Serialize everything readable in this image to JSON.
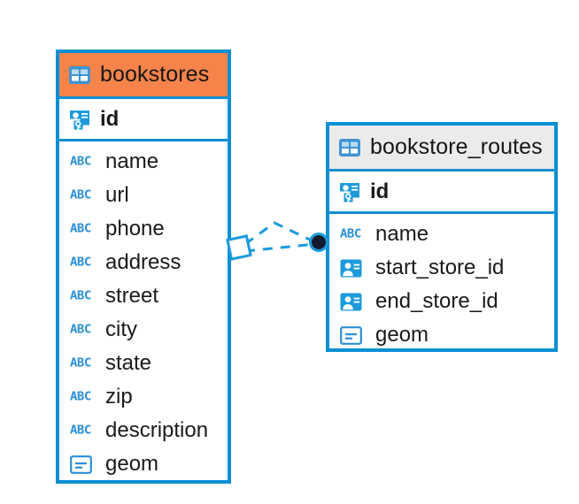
{
  "diagram": {
    "type": "entity-relationship-diagram",
    "colors": {
      "accent_blue": "#0b8fd3",
      "header_orange": "#f5834a",
      "header_gray": "#ebebeb",
      "text": "#1a1a1a",
      "endpoint_dark": "#111a2e"
    },
    "entities": [
      {
        "name": "bookstores",
        "header_style": "orange",
        "table_icon": "table-icon",
        "primary_key": {
          "name": "id",
          "icon": "primary-key-icon"
        },
        "fields": [
          {
            "name": "name",
            "icon": "abc-text-icon"
          },
          {
            "name": "url",
            "icon": "abc-text-icon"
          },
          {
            "name": "phone",
            "icon": "abc-text-icon"
          },
          {
            "name": "address",
            "icon": "abc-text-icon"
          },
          {
            "name": "street",
            "icon": "abc-text-icon"
          },
          {
            "name": "city",
            "icon": "abc-text-icon"
          },
          {
            "name": "state",
            "icon": "abc-text-icon"
          },
          {
            "name": "zip",
            "icon": "abc-text-icon"
          },
          {
            "name": "description",
            "icon": "abc-text-icon"
          },
          {
            "name": "geom",
            "icon": "geometry-icon"
          }
        ]
      },
      {
        "name": "bookstore_routes",
        "header_style": "gray",
        "table_icon": "table-icon",
        "primary_key": {
          "name": "id",
          "icon": "primary-key-icon"
        },
        "fields": [
          {
            "name": "name",
            "icon": "abc-text-icon"
          },
          {
            "name": "start_store_id",
            "icon": "foreign-key-icon"
          },
          {
            "name": "end_store_id",
            "icon": "foreign-key-icon"
          },
          {
            "name": "geom",
            "icon": "geometry-icon"
          }
        ]
      }
    ],
    "relationship": {
      "from_entity": "bookstores",
      "to_entity": "bookstore_routes",
      "from_marker": "diamond-marker",
      "to_marker": "filled-circle-marker",
      "line_style": "dashed"
    },
    "icon_labels": {
      "abc": "ABC"
    }
  }
}
